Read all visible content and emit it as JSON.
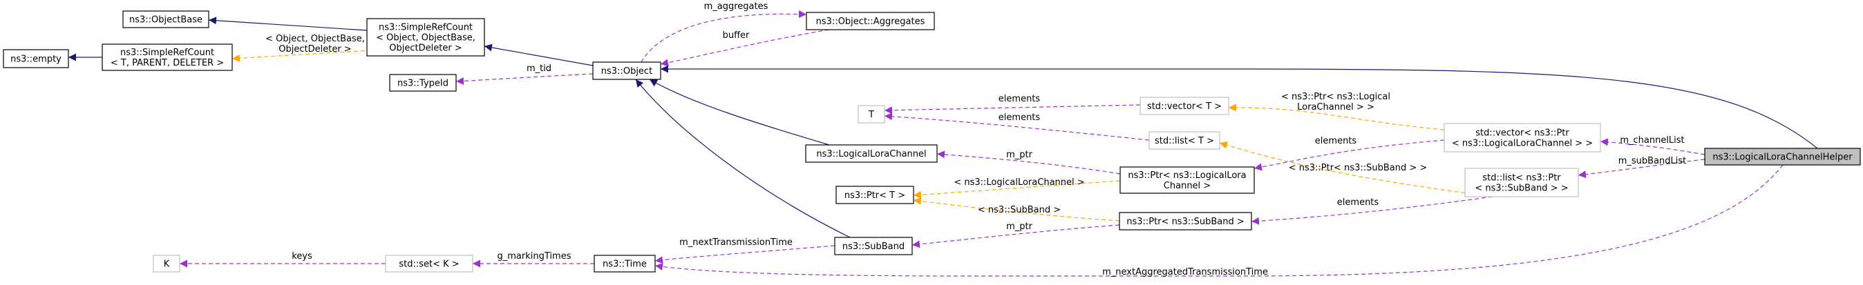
{
  "colors": {
    "inheritance": "#191970",
    "usage": "#9a32cd",
    "template": "#ffa500",
    "box_border_solid": "#000000",
    "box_border_muted": "#bfbfbf",
    "highlight_fill": "#bfbfbf"
  },
  "nodes": {
    "empty": {
      "lines": [
        "ns3::empty"
      ]
    },
    "simplerefcount_tpl": {
      "lines": [
        "ns3::SimpleRefCount",
        "< T, PARENT, DELETER >"
      ]
    },
    "objectbase": {
      "lines": [
        "ns3::ObjectBase"
      ]
    },
    "typeid": {
      "lines": [
        "ns3::TypeId"
      ]
    },
    "simplerefcount": {
      "lines": [
        "ns3::SimpleRefCount",
        "< Object, ObjectBase,",
        "ObjectDeleter >"
      ]
    },
    "object": {
      "lines": [
        "ns3::Object"
      ]
    },
    "aggregates": {
      "lines": [
        "ns3::Object::Aggregates"
      ]
    },
    "k": {
      "lines": [
        "K"
      ]
    },
    "set_k": {
      "lines": [
        "std::set< K >"
      ]
    },
    "time": {
      "lines": [
        "ns3::Time"
      ]
    },
    "t": {
      "lines": [
        "T"
      ]
    },
    "logicalchannel": {
      "lines": [
        "ns3::LogicalLoraChannel"
      ]
    },
    "ptr_t": {
      "lines": [
        "ns3::Ptr< T >"
      ]
    },
    "subband": {
      "lines": [
        "ns3::SubBand"
      ]
    },
    "vector_t": {
      "lines": [
        "std::vector< T >"
      ]
    },
    "list_t": {
      "lines": [
        "std::list< T >"
      ]
    },
    "ptr_logical": {
      "lines": [
        "ns3::Ptr< ns3::LogicalLora",
        "Channel >"
      ]
    },
    "ptr_subband": {
      "lines": [
        "ns3::Ptr< ns3::SubBand >"
      ]
    },
    "vector_ptr": {
      "lines": [
        "std::vector< ns3::Ptr",
        "< ns3::LogicalLoraChannel > >"
      ]
    },
    "list_ptr": {
      "lines": [
        "std::list< ns3::Ptr",
        "< ns3::SubBand > >"
      ]
    },
    "helper": {
      "lines": [
        "ns3::LogicalLoraChannelHelper"
      ]
    }
  },
  "edges": {
    "e1": {
      "kind": "inheritance",
      "label": []
    },
    "e2": {
      "kind": "inheritance",
      "label": []
    },
    "e3": {
      "kind": "template",
      "label": [
        "< Object, ObjectBase,",
        "ObjectDeleter >"
      ]
    },
    "e4": {
      "kind": "inheritance",
      "label": []
    },
    "e5": {
      "kind": "usage",
      "label": [
        "m_aggregates"
      ]
    },
    "e6": {
      "kind": "usage",
      "label": [
        "buffer"
      ]
    },
    "e7": {
      "kind": "usage",
      "label": [
        "m_tid"
      ]
    },
    "e8": {
      "kind": "inheritance",
      "label": []
    },
    "e9": {
      "kind": "inheritance",
      "label": []
    },
    "e10": {
      "kind": "inheritance",
      "label": []
    },
    "e11": {
      "kind": "usage",
      "label": [
        "keys"
      ]
    },
    "e12": {
      "kind": "usage",
      "label": [
        "g_markingTimes"
      ]
    },
    "e13": {
      "kind": "usage",
      "label": [
        "m_nextTransmissionTime"
      ]
    },
    "e14": {
      "kind": "usage",
      "label": [
        "m_nextAggregatedTransmissionTime"
      ]
    },
    "e15": {
      "kind": "usage",
      "label": [
        "elements"
      ]
    },
    "e16": {
      "kind": "usage",
      "label": [
        "elements"
      ]
    },
    "e17": {
      "kind": "template",
      "label": [
        "< ns3::Ptr< ns3::Logical",
        "LoraChannel > >"
      ]
    },
    "e18": {
      "kind": "template",
      "label": [
        "< ns3::Ptr< ns3::SubBand > >"
      ]
    },
    "e19": {
      "kind": "usage",
      "label": [
        "m_ptr"
      ]
    },
    "e20": {
      "kind": "template",
      "label": [
        "< ns3::LogicalLoraChannel >"
      ]
    },
    "e21": {
      "kind": "template",
      "label": [
        "< ns3::SubBand >"
      ]
    },
    "e22": {
      "kind": "usage",
      "label": [
        "m_ptr"
      ]
    },
    "e23": {
      "kind": "usage",
      "label": [
        "elements"
      ]
    },
    "e24": {
      "kind": "usage",
      "label": [
        "elements"
      ]
    },
    "e25": {
      "kind": "usage",
      "label": [
        "m_channelList"
      ]
    },
    "e26": {
      "kind": "usage",
      "label": [
        "m_subBandList"
      ]
    }
  }
}
